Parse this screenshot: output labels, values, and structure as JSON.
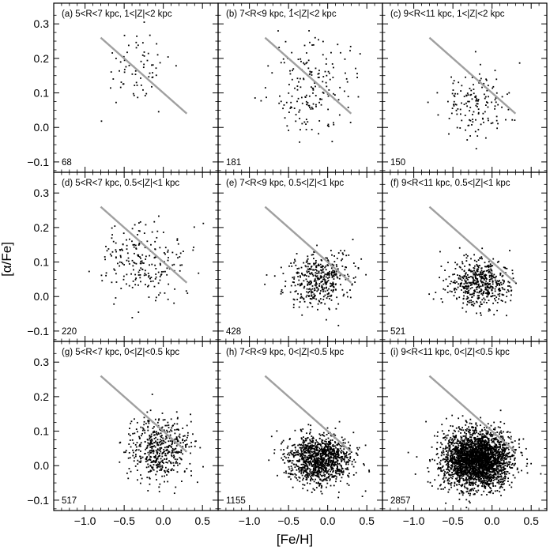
{
  "figure": {
    "xlabel": "[Fe/H]",
    "ylabel": "[α/Fe]"
  },
  "axes": {
    "x_ticks": [
      -1.0,
      -0.5,
      0.0,
      0.5
    ],
    "x_tick_labels": [
      "−1.0",
      "−0.5",
      "0.0",
      "0.5"
    ],
    "y_ticks": [
      -0.1,
      0.0,
      0.1,
      0.2,
      0.3
    ],
    "y_tick_labels": [
      "−0.1",
      "0.0",
      "0.1",
      "0.2",
      "0.3"
    ],
    "xlim": [
      -1.4,
      0.7
    ],
    "ylim": [
      -0.13,
      0.36
    ]
  },
  "colors": {
    "points": "#000000",
    "fit_line": "#a0a0a0",
    "frame": "#000000"
  },
  "chart_data": [
    {
      "type": "scatter",
      "title": "(a) 5<R<7 kpc, 1<|Z|<2 kpc",
      "count": "68",
      "n": 68,
      "x_center": -0.35,
      "x_spread": 0.22,
      "y_center": 0.17,
      "y_spread": 0.055,
      "fit_line": {
        "x": [
          -0.8,
          0.3
        ],
        "y": [
          0.26,
          0.04
        ]
      },
      "xlim": [
        -1.4,
        0.7
      ],
      "ylim": [
        -0.13,
        0.36
      ]
    },
    {
      "type": "scatter",
      "title": "(b) 7<R<9 kpc, 1<|Z|<2 kpc",
      "count": "181",
      "n": 181,
      "x_center": -0.2,
      "x_spread": 0.25,
      "y_center": 0.12,
      "y_spread": 0.07,
      "fit_line": {
        "x": [
          -0.8,
          0.3
        ],
        "y": [
          0.26,
          0.04
        ]
      },
      "xlim": [
        -1.4,
        0.7
      ],
      "ylim": [
        -0.13,
        0.36
      ]
    },
    {
      "type": "scatter",
      "title": "(c) 9<R<11 kpc, 1<|Z|<2 kpc",
      "count": "150",
      "n": 150,
      "x_center": -0.2,
      "x_spread": 0.23,
      "y_center": 0.07,
      "y_spread": 0.05,
      "fit_line": {
        "x": [
          -0.8,
          0.3
        ],
        "y": [
          0.26,
          0.04
        ]
      },
      "xlim": [
        -1.4,
        0.7
      ],
      "ylim": [
        -0.13,
        0.36
      ]
    },
    {
      "type": "scatter",
      "title": "(d) 5<R<7 kpc, 0.5<|Z|<1 kpc",
      "count": "220",
      "n": 220,
      "x_center": -0.25,
      "x_spread": 0.26,
      "y_center": 0.1,
      "y_spread": 0.06,
      "fit_line": {
        "x": [
          -0.8,
          0.3
        ],
        "y": [
          0.26,
          0.04
        ]
      },
      "xlim": [
        -1.4,
        0.7
      ],
      "ylim": [
        -0.13,
        0.36
      ]
    },
    {
      "type": "scatter",
      "title": "(e) 7<R<9 kpc, 0.5<|Z|<1 kpc",
      "count": "428",
      "n": 428,
      "x_center": -0.1,
      "x_spread": 0.2,
      "y_center": 0.05,
      "y_spread": 0.04,
      "fit_line": {
        "x": [
          -0.8,
          0.3
        ],
        "y": [
          0.26,
          0.04
        ]
      },
      "xlim": [
        -1.4,
        0.7
      ],
      "ylim": [
        -0.13,
        0.36
      ]
    },
    {
      "type": "scatter",
      "title": "(f) 9<R<11 kpc, 0.5<|Z|<1 kpc",
      "count": "521",
      "n": 521,
      "x_center": -0.15,
      "x_spread": 0.2,
      "y_center": 0.04,
      "y_spread": 0.035,
      "fit_line": {
        "x": [
          -0.8,
          0.3
        ],
        "y": [
          0.26,
          0.04
        ]
      },
      "xlim": [
        -1.4,
        0.7
      ],
      "ylim": [
        -0.13,
        0.36
      ]
    },
    {
      "type": "scatter",
      "title": "(g) 5<R<7 kpc, 0<|Z|<0.5 kpc",
      "count": "517",
      "n": 517,
      "x_center": -0.05,
      "x_spread": 0.2,
      "y_center": 0.05,
      "y_spread": 0.045,
      "fit_line": {
        "x": [
          -0.8,
          0.3
        ],
        "y": [
          0.26,
          0.04
        ]
      },
      "xlim": [
        -1.4,
        0.7
      ],
      "ylim": [
        -0.13,
        0.36
      ]
    },
    {
      "type": "scatter",
      "title": "(h) 7<R<9 kpc, 0<|Z|<0.5 kpc",
      "count": "1155",
      "n": 1155,
      "x_center": -0.1,
      "x_spread": 0.2,
      "y_center": 0.02,
      "y_spread": 0.035,
      "fit_line": {
        "x": [
          -0.8,
          0.3
        ],
        "y": [
          0.26,
          0.04
        ]
      },
      "xlim": [
        -1.4,
        0.7
      ],
      "ylim": [
        -0.13,
        0.36
      ]
    },
    {
      "type": "scatter",
      "title": "(i) 9<R<11 kpc, 0<|Z|<0.5 kpc",
      "count": "2857",
      "n": 2857,
      "x_center": -0.2,
      "x_spread": 0.21,
      "y_center": 0.02,
      "y_spread": 0.04,
      "fit_line": {
        "x": [
          -0.8,
          0.3
        ],
        "y": [
          0.26,
          0.04
        ]
      },
      "xlim": [
        -1.4,
        0.7
      ],
      "ylim": [
        -0.13,
        0.36
      ]
    }
  ]
}
